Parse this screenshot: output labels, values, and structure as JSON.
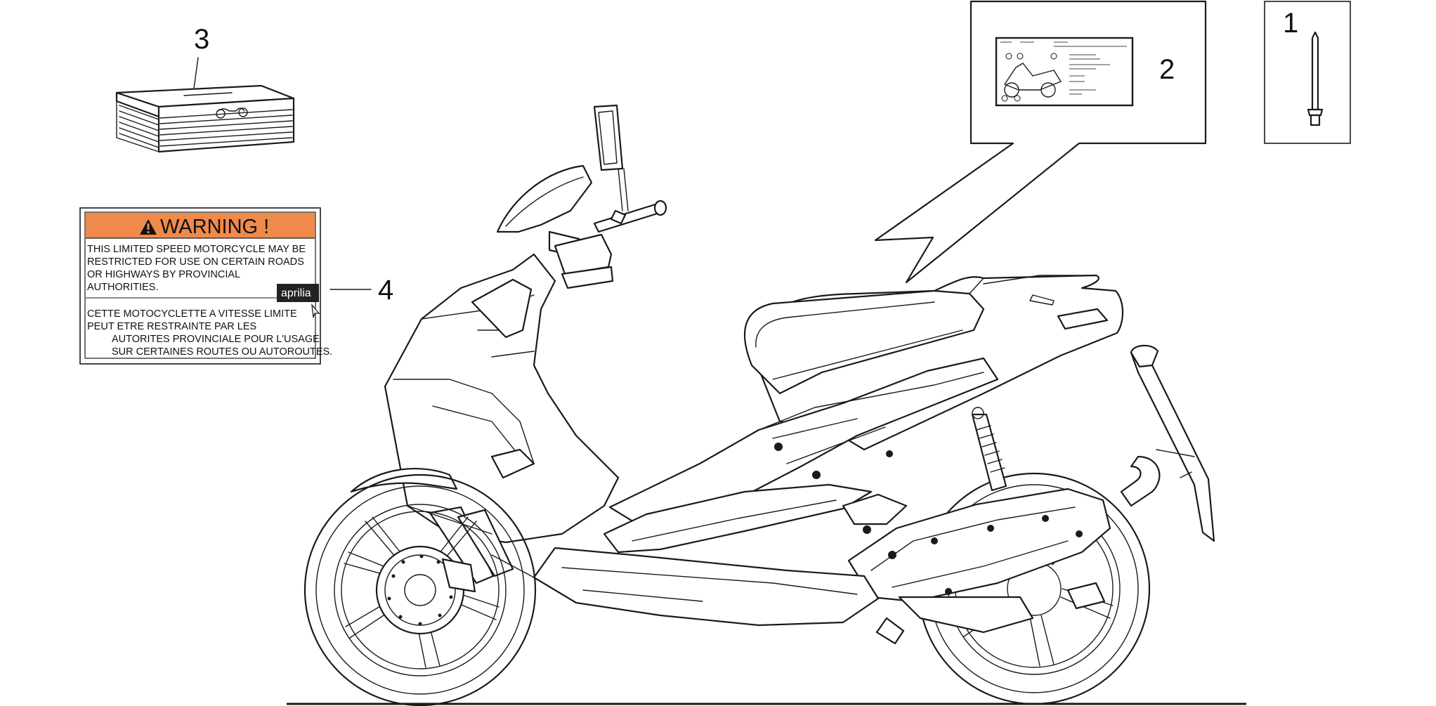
{
  "callouts": {
    "c1": "1",
    "c2": "2",
    "c3": "3",
    "c4": "4"
  },
  "warning_label": {
    "title": "WARNING !",
    "en_lines": [
      "THIS LIMITED SPEED MOTORCYCLE MAY BE",
      "RESTRICTED FOR USE ON CERTAIN ROADS",
      "OR HIGHWAYS BY PROVINCIAL",
      "AUTHORITIES."
    ],
    "fr_lines": [
      "CETTE MOTOCYCLETTE A VITESSE LIMITE",
      "PEUT ETRE RESTRAINTE PAR LES",
      "AUTORITES PROVINCIALE POUR L'USAGE",
      "SUR CERTAINES ROUTES OU AUTOROUTES."
    ],
    "brand": "aprilia"
  },
  "colors": {
    "warning_header": "#f08a4b",
    "brand_tag": "#222222",
    "line": "#1a1a1a"
  }
}
